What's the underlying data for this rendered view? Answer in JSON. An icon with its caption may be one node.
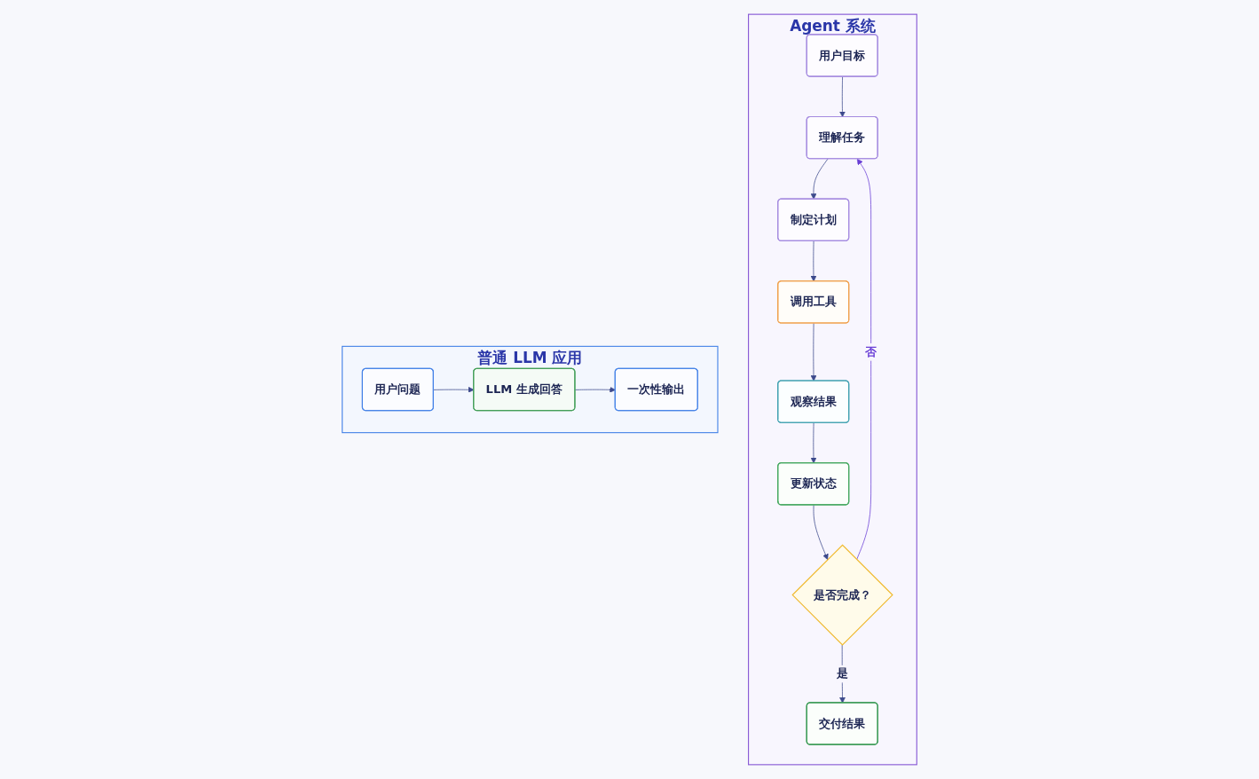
{
  "diagram": {
    "nodes": [
      {
        "text": [
          "普通 LLM 应用"
        ]
      },
      {
        "text": [
          "用户问题"
        ],
        "in": 0
      },
      {
        "text": [
          "LLM 生成回答"
        ],
        "in": 0
      },
      {
        "text": [
          "一次性输出"
        ],
        "in": 0
      },
      {
        "text": [
          "Agent 系统"
        ]
      },
      {
        "text": [
          "用户目标"
        ],
        "in": 4
      },
      {
        "text": [
          "理解任务"
        ],
        "in": 4
      },
      {
        "text": [
          "制定计划"
        ],
        "in": 4
      },
      {
        "text": [
          "调用工具"
        ],
        "in": 4
      },
      {
        "text": [
          "观察结果"
        ],
        "in": 4
      },
      {
        "text": [
          "更新状态"
        ],
        "in": 4
      },
      {
        "text": [
          "是否完成？"
        ],
        "in": 4
      },
      {
        "text": [
          "交付结果"
        ],
        "in": 4
      }
    ],
    "edges": [
      {
        "from": 1,
        "to": 2,
        "arrow": "to"
      },
      {
        "from": 2,
        "to": 3,
        "arrow": "to"
      },
      {
        "from": 5,
        "to": 6,
        "arrow": "to"
      },
      {
        "from": 6,
        "to": 7,
        "arrow": "to"
      },
      {
        "from": 7,
        "to": 8,
        "arrow": "to"
      },
      {
        "from": 8,
        "to": 9,
        "arrow": "to"
      },
      {
        "from": 9,
        "to": 10,
        "arrow": "to"
      },
      {
        "from": 10,
        "to": 11,
        "arrow": "to"
      },
      {
        "from": 11,
        "to": 6,
        "arrow": "to",
        "label": "否",
        "color": "#6a3fd6"
      },
      {
        "from": 11,
        "to": 12,
        "arrow": "to",
        "label": "是"
      }
    ]
  }
}
